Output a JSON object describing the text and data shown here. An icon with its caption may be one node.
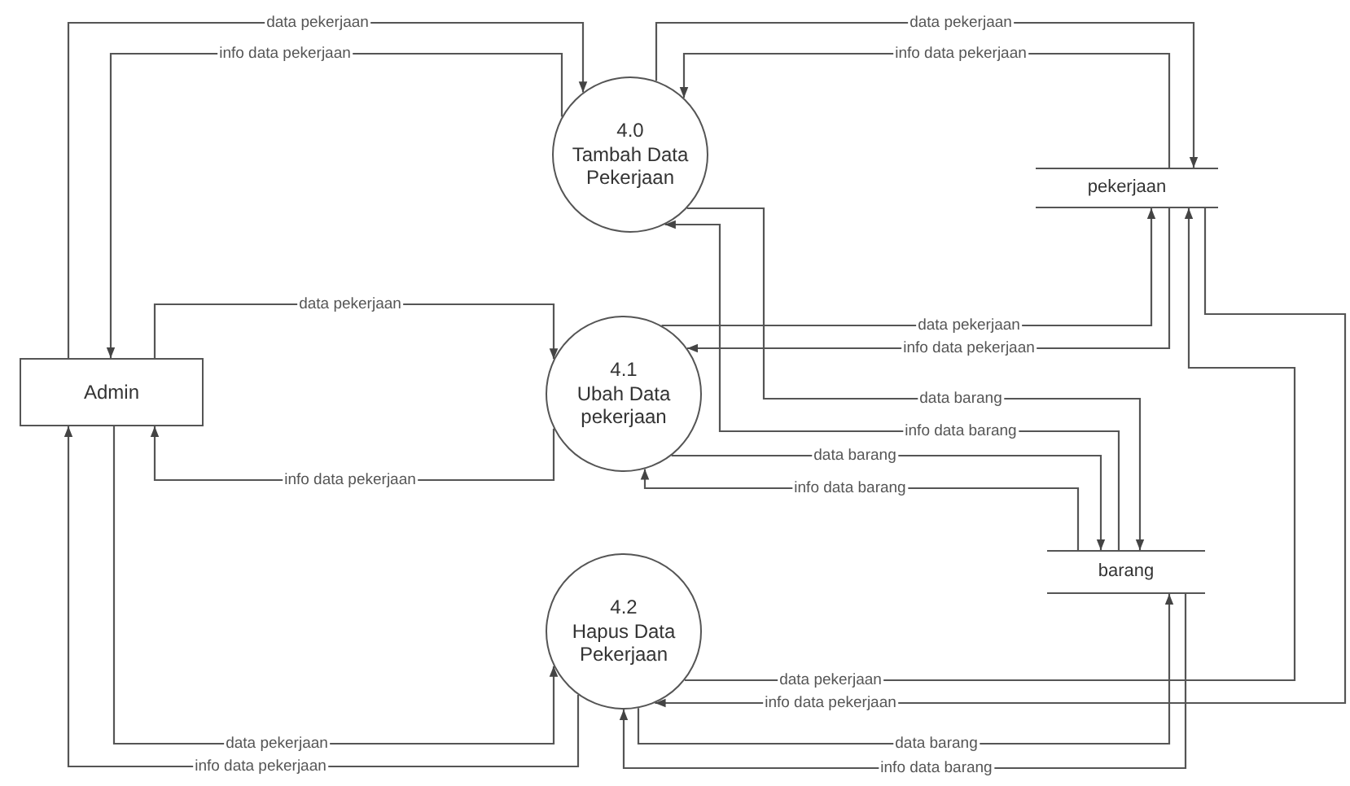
{
  "diagram": {
    "nodes": [
      {
        "text": [
          "Admin"
        ]
      },
      {
        "text": [
          "4.0",
          "Tambah Data Pekerjaan"
        ]
      },
      {
        "text": [
          "4.1",
          "Ubah Data pekerjaan"
        ]
      },
      {
        "text": [
          "4.2",
          "Hapus Data Pekerjaan"
        ]
      },
      {
        "text": [
          "pekerjaan"
        ]
      },
      {
        "text": [
          "barang"
        ]
      }
    ],
    "edges": [
      {
        "from": 0,
        "to": 1,
        "arrow": "to",
        "label": "data pekerjaan"
      },
      {
        "from": 1,
        "to": 0,
        "arrow": "to",
        "label": "info data pekerjaan"
      },
      {
        "from": 1,
        "to": 4,
        "arrow": "to",
        "label": "data pekerjaan"
      },
      {
        "from": 4,
        "to": 1,
        "arrow": "to",
        "label": "info data pekerjaan"
      },
      {
        "from": 0,
        "to": 2,
        "arrow": "to",
        "label": "data pekerjaan"
      },
      {
        "from": 2,
        "to": 0,
        "arrow": "to",
        "label": "info data pekerjaan"
      },
      {
        "from": 2,
        "to": 4,
        "arrow": "to",
        "label": "data pekerjaan"
      },
      {
        "from": 4,
        "to": 2,
        "arrow": "to",
        "label": "info data pekerjaan"
      },
      {
        "from": 1,
        "to": 5,
        "arrow": "to",
        "label": "data barang"
      },
      {
        "from": 5,
        "to": 1,
        "arrow": "to",
        "label": "info data barang"
      },
      {
        "from": 2,
        "to": 5,
        "arrow": "to",
        "label": "data barang"
      },
      {
        "from": 5,
        "to": 2,
        "arrow": "to",
        "label": "info data barang"
      },
      {
        "from": 0,
        "to": 3,
        "arrow": "to",
        "label": "data pekerjaan"
      },
      {
        "from": 3,
        "to": 0,
        "arrow": "to",
        "label": "info data pekerjaan"
      },
      {
        "from": 3,
        "to": 4,
        "arrow": "to",
        "label": "data pekerjaan"
      },
      {
        "from": 4,
        "to": 3,
        "arrow": "to",
        "label": "info data pekerjaan"
      },
      {
        "from": 3,
        "to": 5,
        "arrow": "to",
        "label": "data barang"
      },
      {
        "from": 5,
        "to": 3,
        "arrow": "to",
        "label": "info data barang"
      }
    ]
  }
}
